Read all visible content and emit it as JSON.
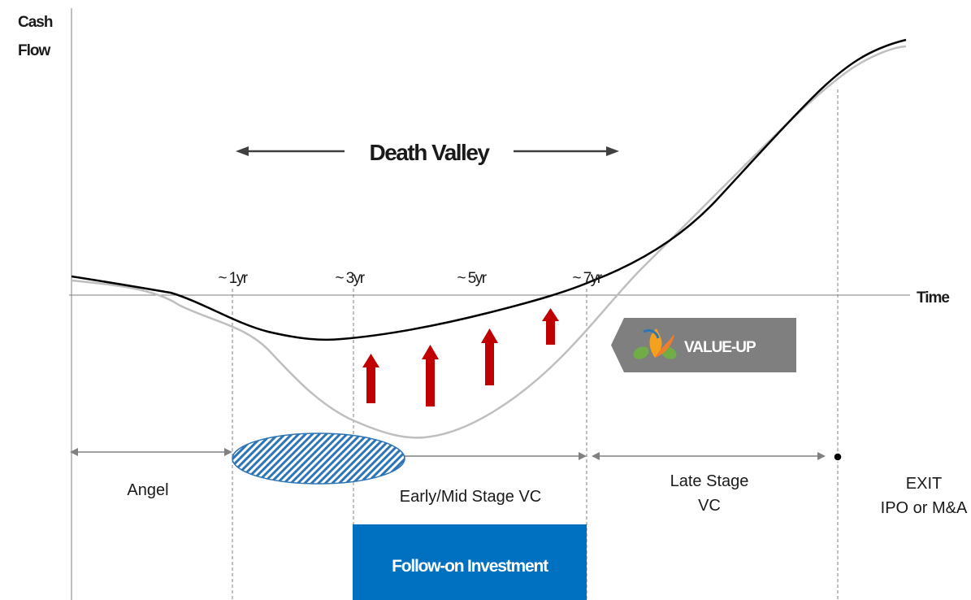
{
  "axes": {
    "y_label_line1": "Cash",
    "y_label_line2": "Flow",
    "x_label": "Time"
  },
  "death_valley": {
    "label": "Death Valley"
  },
  "time_markers": [
    "~ 1yr",
    "~ 3yr",
    "~ 5yr",
    "~ 7yr"
  ],
  "badge": {
    "text": "VALUE-UP",
    "color": "#7f7f7f"
  },
  "stages": {
    "angel": "Angel",
    "early_mid": "Early/Mid Stage VC",
    "late_line1": "Late Stage",
    "late_line2": "VC",
    "exit_line1": "EXIT",
    "exit_line2": "IPO or M&A"
  },
  "follow_on": {
    "label": "Follow-on Investment",
    "color": "#0070c0"
  },
  "colors": {
    "main_curve": "#000000",
    "shadow_curve": "#bfbfbf",
    "up_arrow": "#c00000",
    "ellipse_stroke": "#2e75b6"
  }
}
